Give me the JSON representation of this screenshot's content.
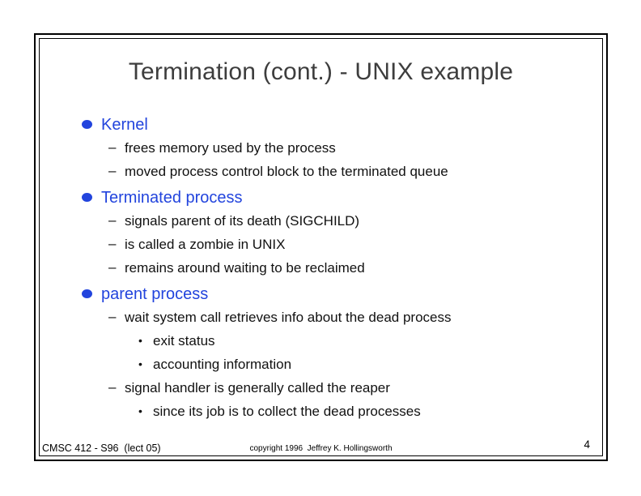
{
  "slide": {
    "title": "Termination (cont.) - UNIX example",
    "bullets": {
      "level1_glyph": "–",
      "level2_glyph": "•"
    },
    "sections": [
      {
        "heading": "Kernel",
        "items": [
          {
            "level": 1,
            "text": "frees memory used by the process"
          },
          {
            "level": 1,
            "text": "moved process control block to the terminated queue"
          }
        ]
      },
      {
        "heading": "Terminated process",
        "items": [
          {
            "level": 1,
            "text": "signals parent of its death (SIGCHILD)"
          },
          {
            "level": 1,
            "text": "is called a zombie in UNIX"
          },
          {
            "level": 1,
            "text": "remains around waiting to be reclaimed"
          }
        ]
      },
      {
        "heading": "parent process",
        "items": [
          {
            "level": 1,
            "text": "wait system call retrieves info about the dead process"
          },
          {
            "level": 2,
            "text": "exit status"
          },
          {
            "level": 2,
            "text": "accounting information"
          },
          {
            "level": 1,
            "text": "signal handler is generally called the reaper"
          },
          {
            "level": 2,
            "text": "since its job is to collect the dead processes"
          }
        ]
      }
    ],
    "footer": {
      "left": "CMSC 412 - S96  (lect 05)",
      "center": "copyright 1996  Jeffrey K. Hollingsworth",
      "page_number": "4"
    },
    "colors": {
      "accent_blue": "#2244DD",
      "title_gray": "#3d3d3d",
      "body_black": "#111111"
    }
  }
}
